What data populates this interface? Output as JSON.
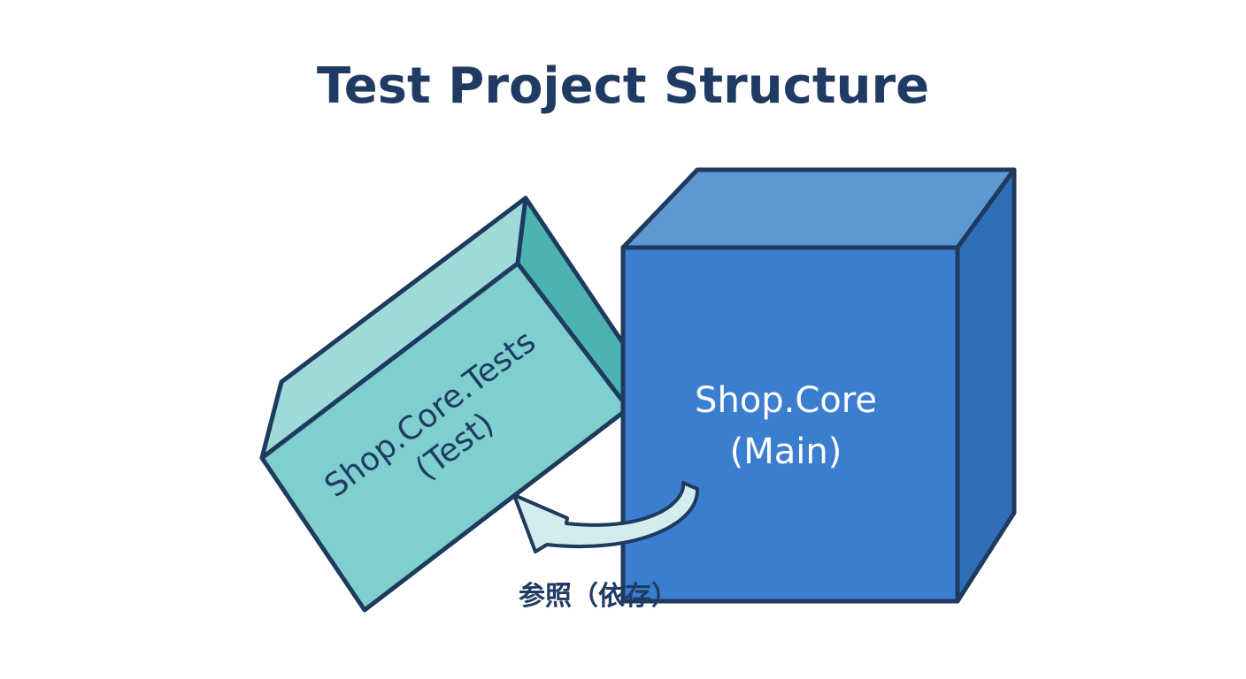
{
  "title": "Test Project Structure",
  "test_project": {
    "name": "Shop.Core.Tests",
    "role": "(Test)"
  },
  "main_project": {
    "name": "Shop.Core",
    "role": "(Main)"
  },
  "dependency": {
    "label": "参照（依存）"
  },
  "colors": {
    "outline": "#1e3a5f",
    "title": "#1f3b63",
    "test_front": "#7fcfcf",
    "test_top": "#9fd9d8",
    "test_side": "#4bb3b0",
    "main_front": "#3b7ecf",
    "main_top": "#5f97d3",
    "main_side": "#2f6fb8",
    "arrow_fill": "#d3ecee"
  }
}
